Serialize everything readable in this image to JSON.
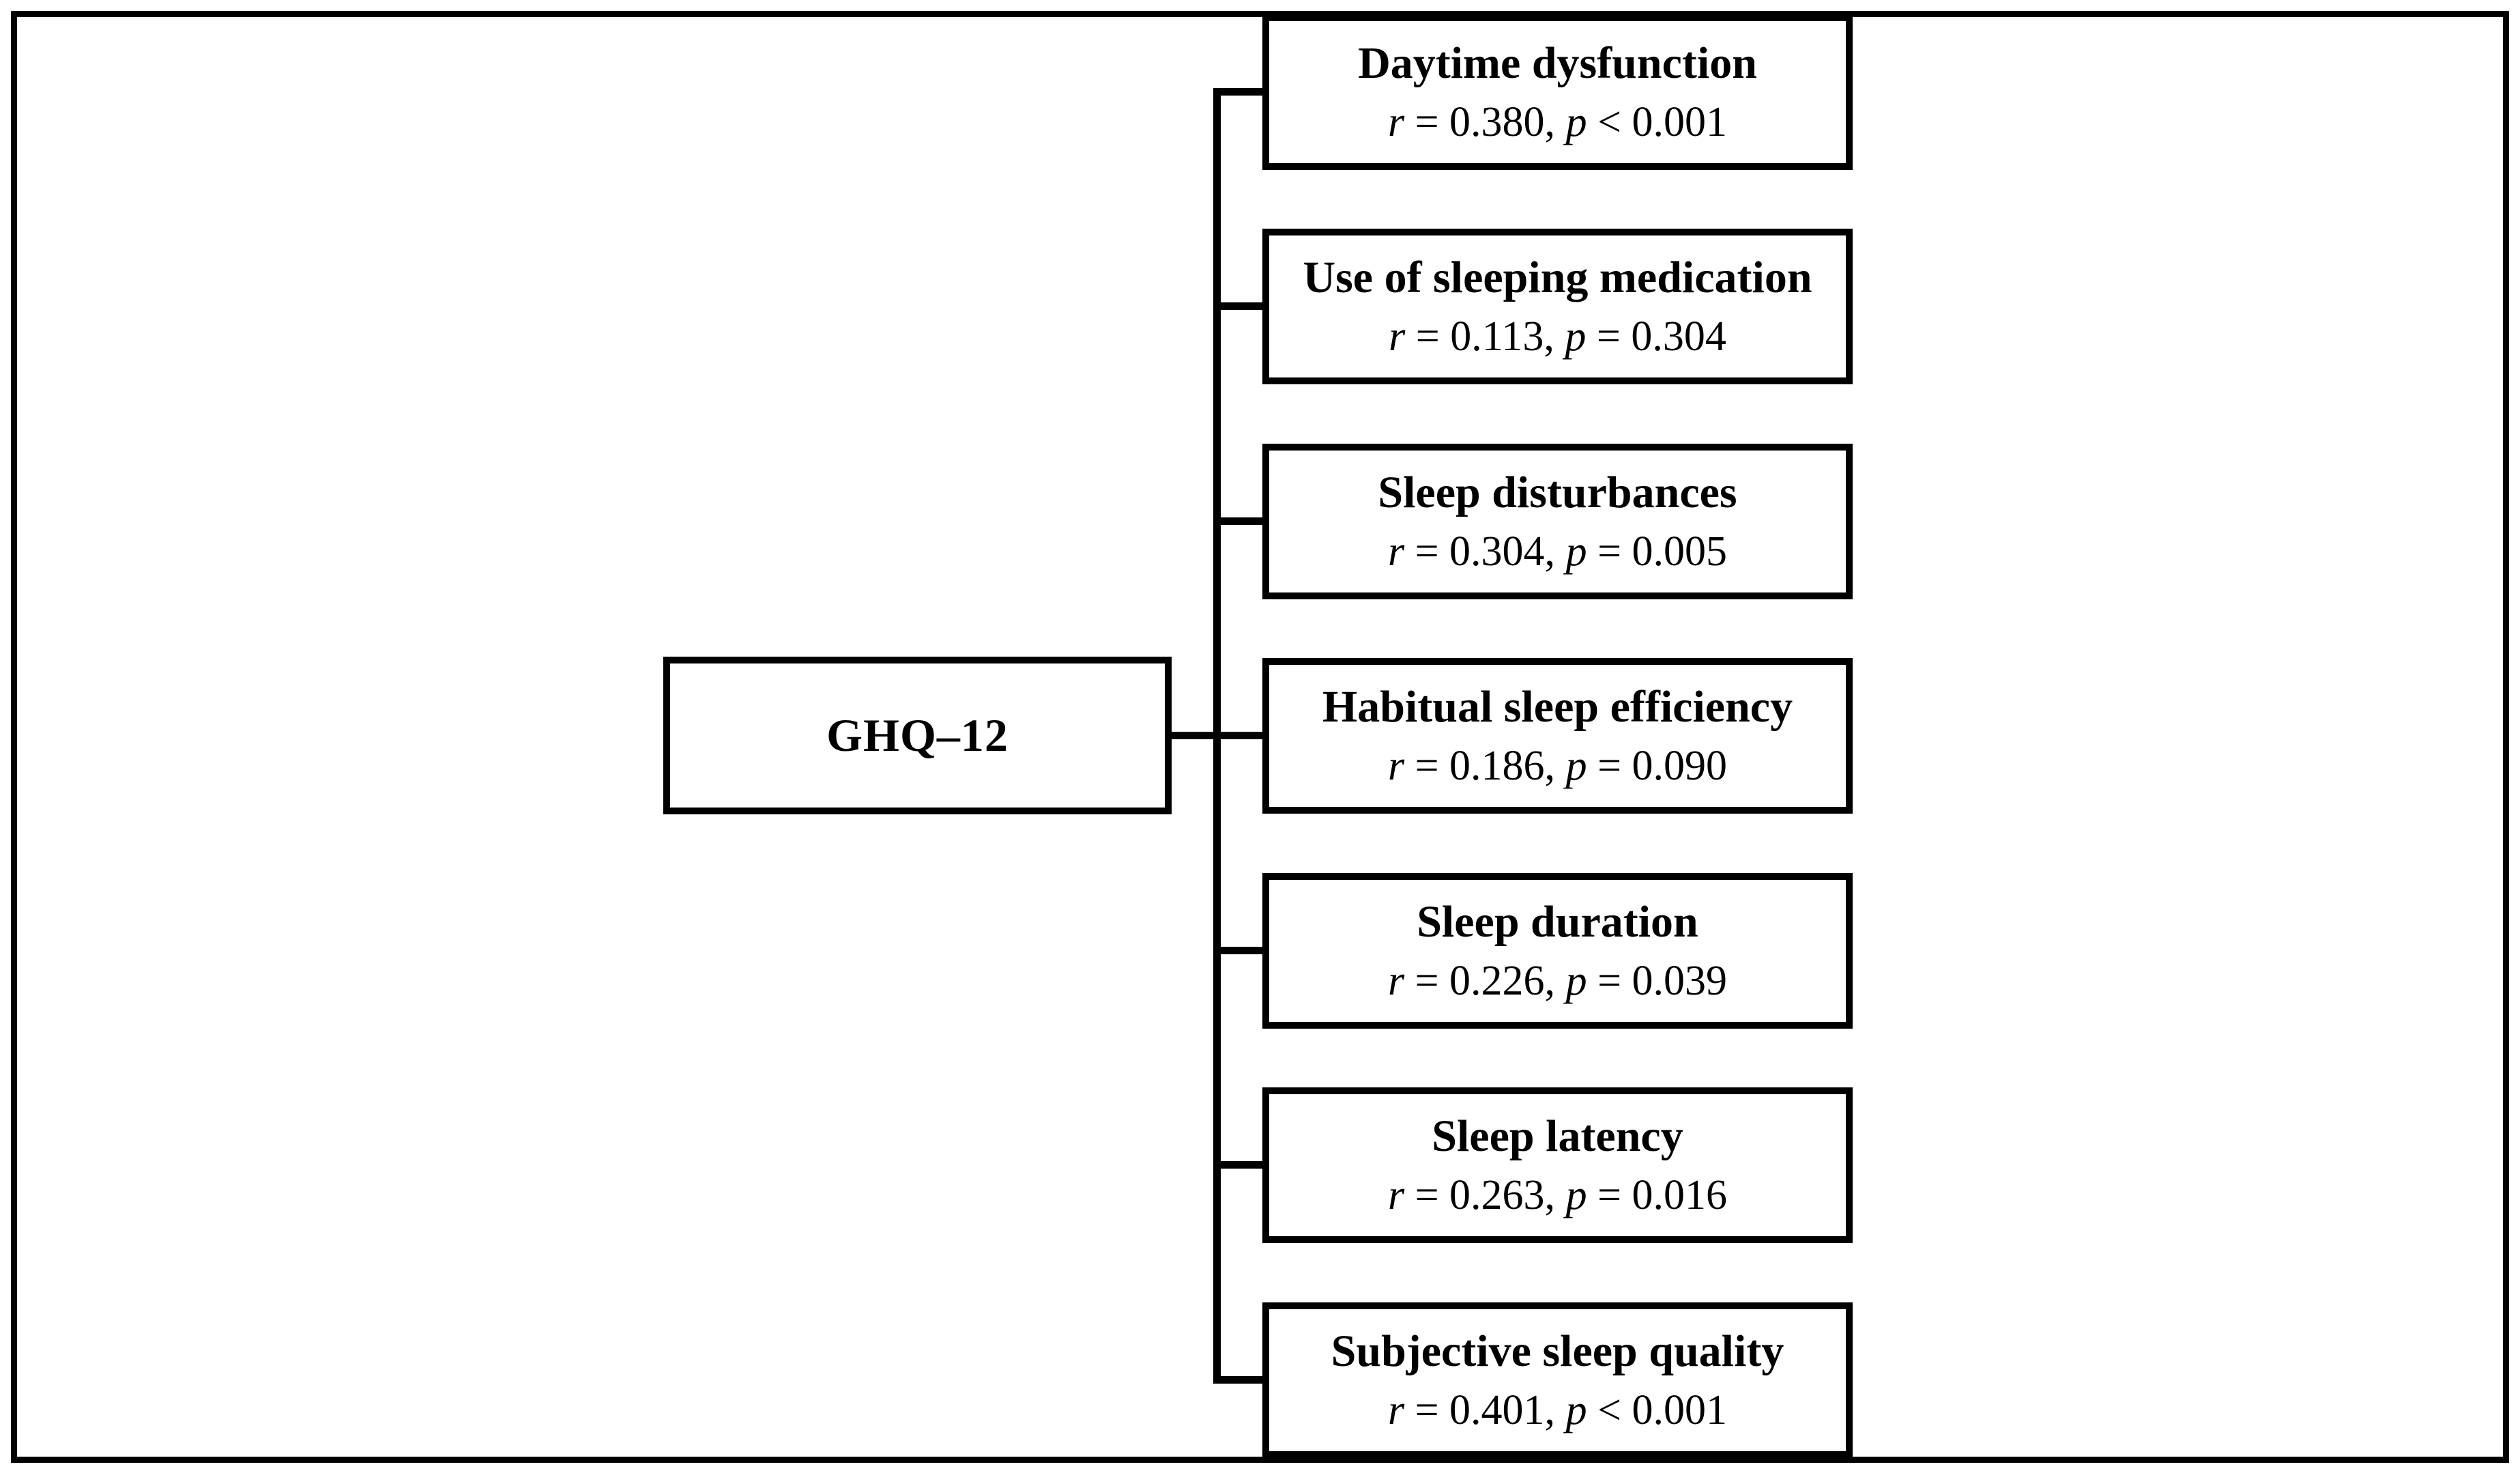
{
  "figure": {
    "background_color": "#ffffff",
    "line_color": "#000000",
    "root": {
      "label": "GHQ–12"
    },
    "nodes": [
      {
        "title": "Daytime dysfunction",
        "r_var": "r",
        "r_rest": " = 0.380, ",
        "p_var": "p",
        "p_rest": " < 0.001"
      },
      {
        "title": "Use of sleeping medication",
        "r_var": "r",
        "r_rest": " = 0.113, ",
        "p_var": "p",
        "p_rest": " = 0.304"
      },
      {
        "title": "Sleep disturbances",
        "r_var": "r",
        "r_rest": " = 0.304, ",
        "p_var": "p",
        "p_rest": " = 0.005"
      },
      {
        "title": "Habitual sleep efficiency",
        "r_var": "r",
        "r_rest": " = 0.186, ",
        "p_var": "p",
        "p_rest": " = 0.090"
      },
      {
        "title": "Sleep duration",
        "r_var": "r",
        "r_rest": " = 0.226, ",
        "p_var": "p",
        "p_rest": " = 0.039"
      },
      {
        "title": "Sleep latency",
        "r_var": "r",
        "r_rest": " = 0.263, ",
        "p_var": "p",
        "p_rest": " = 0.016"
      },
      {
        "title": "Subjective sleep quality",
        "r_var": "r",
        "r_rest": " = 0.401, ",
        "p_var": "p",
        "p_rest": " < 0.001"
      }
    ]
  }
}
